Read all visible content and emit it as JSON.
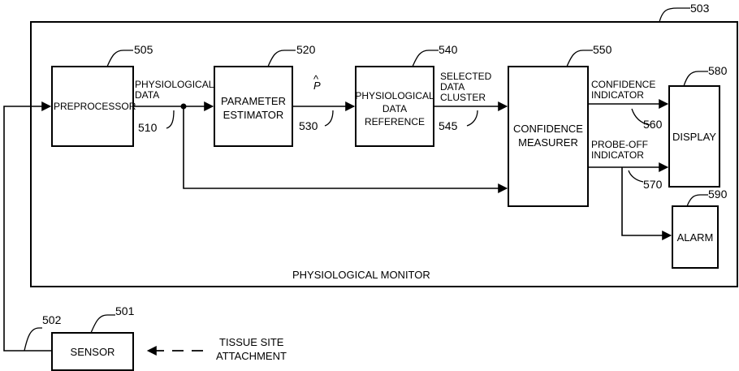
{
  "diagram": {
    "monitor": {
      "ref": "503",
      "label": "PHYSIOLOGICAL MONITOR"
    },
    "preprocessor": {
      "ref": "505",
      "label": "PREPROCESSOR"
    },
    "parameter_estimator": {
      "ref": "520",
      "label_line1": "PARAMETER",
      "label_line2": "ESTIMATOR"
    },
    "data_reference": {
      "ref": "540",
      "label_line1": "PHYSIOLOGICAL",
      "label_line2": "DATA",
      "label_line3": "REFERENCE"
    },
    "confidence_measurer": {
      "ref": "550",
      "label_line1": "CONFIDENCE",
      "label_line2": "MEASURER"
    },
    "display": {
      "ref": "580",
      "label": "DISPLAY"
    },
    "alarm": {
      "ref": "590",
      "label": "ALARM"
    },
    "sensor": {
      "ref": "501",
      "label": "SENSOR"
    },
    "sensor_cable": {
      "ref": "502"
    },
    "physiological_data": {
      "ref": "510",
      "label_line1": "PHYSIOLOGICAL",
      "label_line2": "DATA"
    },
    "parameter_output": {
      "ref": "530",
      "symbol": "P",
      "hat": "^"
    },
    "selected_cluster": {
      "ref": "545",
      "label_line1": "SELECTED",
      "label_line2": "DATA",
      "label_line3": "CLUSTER"
    },
    "confidence_indicator": {
      "ref": "560",
      "label_line1": "CONFIDENCE",
      "label_line2": "INDICATOR"
    },
    "probe_off_indicator": {
      "ref": "570",
      "label_line1": "PROBE-OFF",
      "label_line2": "INDICATOR"
    },
    "tissue_attachment": {
      "label_line1": "TISSUE SITE",
      "label_line2": "ATTACHMENT"
    }
  }
}
